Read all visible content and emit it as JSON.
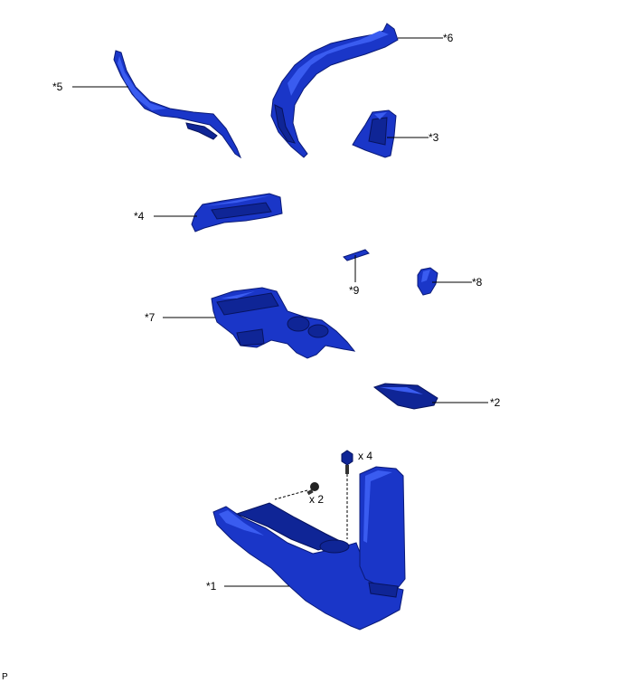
{
  "callouts": {
    "c1": "*1",
    "c2": "*2",
    "c3": "*3",
    "c4": "*4",
    "c5": "*5",
    "c6": "*6",
    "c7": "*7",
    "c8": "*8",
    "c9": "*9"
  },
  "quantities": {
    "bolt_upper": "x 4",
    "bolt_side": "x 2"
  },
  "corner_code": "P",
  "colors": {
    "part_fill": "#1a36c8",
    "part_outline": "#0a1a78",
    "background": "#ffffff"
  }
}
